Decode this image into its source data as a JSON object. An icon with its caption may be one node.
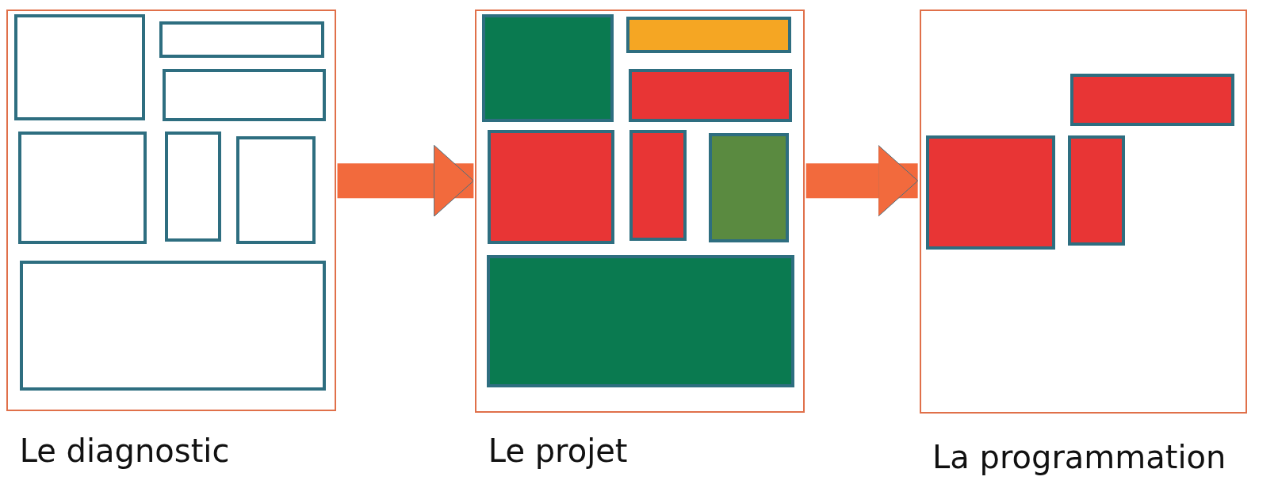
{
  "diagram": {
    "nodes": [
      {
        "text": [
          "Le diagnostic"
        ]
      },
      {
        "text": [],
        "shape": "box",
        "in": 0
      },
      {
        "text": [],
        "shape": "box",
        "in": 0
      },
      {
        "text": [],
        "shape": "box",
        "in": 0
      },
      {
        "text": [],
        "shape": "box",
        "in": 0
      },
      {
        "text": [],
        "shape": "box",
        "in": 0
      },
      {
        "text": [],
        "shape": "box",
        "in": 0
      },
      {
        "text": [],
        "shape": "box",
        "in": 0
      },
      {
        "text": [
          "Le projet"
        ]
      },
      {
        "text": [],
        "shape": "box",
        "in": 8
      },
      {
        "text": [],
        "shape": "box",
        "in": 8
      },
      {
        "text": [],
        "shape": "box",
        "in": 8
      },
      {
        "text": [],
        "shape": "box",
        "in": 8
      },
      {
        "text": [],
        "shape": "box",
        "in": 8
      },
      {
        "text": [],
        "shape": "box",
        "in": 8
      },
      {
        "text": [],
        "shape": "box",
        "in": 8
      },
      {
        "text": [
          "La programmation"
        ]
      },
      {
        "text": [],
        "shape": "box",
        "in": 16
      },
      {
        "text": [],
        "shape": "box",
        "in": 16
      },
      {
        "text": [],
        "shape": "box",
        "in": 16
      }
    ],
    "edges": [
      {
        "from": 0,
        "to": 8,
        "arrow": "to"
      },
      {
        "from": 8,
        "to": 16,
        "arrow": "to"
      }
    ]
  }
}
